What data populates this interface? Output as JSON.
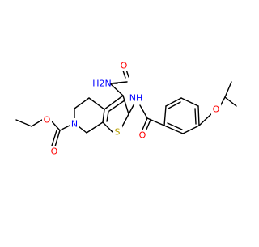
{
  "molecule": {
    "atom_labels": {
      "amide_nh2": "H2N",
      "amide_o": "O",
      "amide_nh": "NH",
      "ring_n": "N",
      "thiophene_s": "S",
      "ester_o_single": "O",
      "ester_o_double": "O",
      "benzamide_o": "O",
      "ether_o": "O"
    },
    "colors": {
      "bond": "#000000",
      "oxygen": "#ff0000",
      "nitrogen": "#0000ff",
      "sulfur": "#b8a000"
    }
  }
}
